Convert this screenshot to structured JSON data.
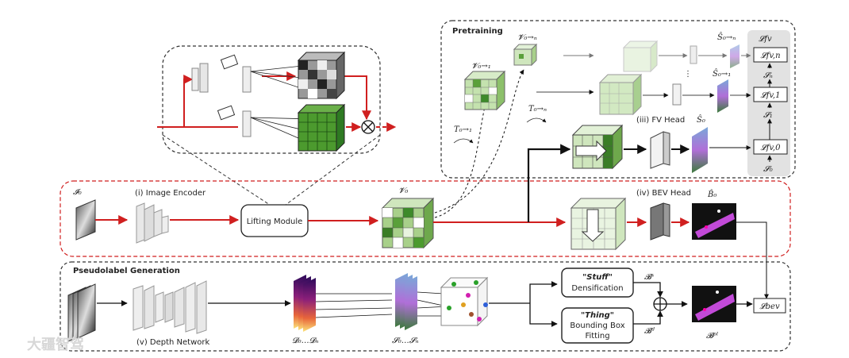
{
  "sections": {
    "pretraining": "Pretraining",
    "pseudolabel": "Pseudolabel Generation"
  },
  "modules": {
    "image_encoder": "(i) Image Encoder",
    "lifting_module": "Lifting Module",
    "fv_head": "(iii) FV Head",
    "bev_head": "(iv) BEV Head",
    "depth_network": "(v) Depth Network",
    "stuff_title": "\"Stuff\"",
    "stuff_sub": "Densification",
    "thing_title": "\"Thing\"",
    "thing_sub1": "Bounding Box",
    "thing_sub2": "Fitting"
  },
  "symbols": {
    "I0": "𝓘₀",
    "V0": "𝓥₀",
    "V01": "𝓥₀→₁",
    "V0n": "𝓥₀→ₙ",
    "T01": "T₀→₁",
    "T0n": "T₀→ₙ",
    "S0hat": "Ŝ₀",
    "S01hat": "Ŝ₀→₁",
    "S0nhat": "Ŝ₀→ₙ",
    "Lfv": "𝓛fv",
    "Lfvn": "𝓛fv,n",
    "Lfv1": "𝓛fv,1",
    "Lfv0": "𝓛fv,0",
    "Sn": "𝓢ₙ",
    "S1": "𝓢₁",
    "S0": "𝓢₀",
    "B0hat": "B̂₀",
    "Bs": "𝓑ˢ",
    "Bd": "𝓑ᵈ",
    "Bpl": "𝓑ᵖˡ",
    "Lbev": "𝓛bev",
    "Drange": "𝓓₀…𝓓ₙ",
    "Srange": "𝓢₀…𝓢ₙ",
    "dots": "⋮"
  },
  "watermark": "大疆智驾"
}
